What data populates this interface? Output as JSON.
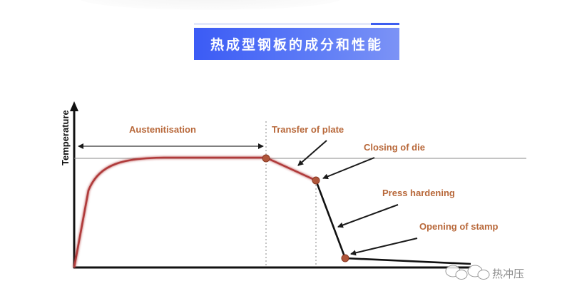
{
  "header": {
    "title": "热成型钢板的成分和性能",
    "accent_color": "#3b5bf5"
  },
  "diagram": {
    "axis": {
      "y_label": "Temperature"
    },
    "phases": {
      "austenitisation": "Austenitisation",
      "transfer": "Transfer of plate",
      "closing": "Closing of die",
      "press": "Press hardening",
      "opening": "Opening of stamp"
    },
    "colors": {
      "heating_curve": "#b03a3a",
      "label_text": "#b8683a",
      "point_fill": "#b0563a",
      "cooling_curve": "#111111"
    }
  },
  "watermark": {
    "icon": "wechat-icon",
    "text": "热冲压"
  }
}
